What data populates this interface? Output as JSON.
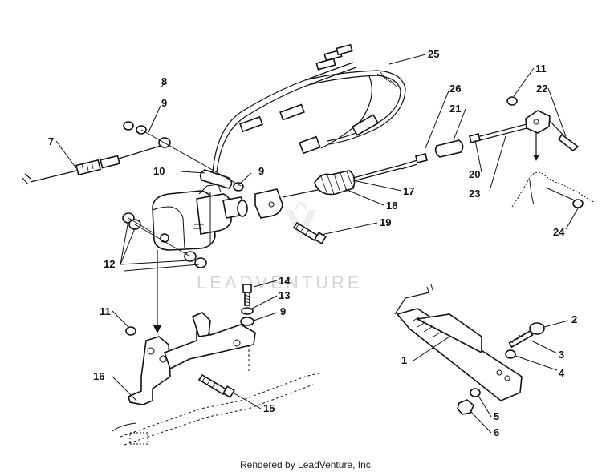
{
  "watermark": "LEADVENTURE",
  "footer": "Rendered by LeadVenture, Inc.",
  "callouts": [
    "1",
    "2",
    "3",
    "4",
    "5",
    "6",
    "7",
    "8",
    "9",
    "9",
    "9",
    "10",
    "11",
    "11",
    "12",
    "13",
    "14",
    "15",
    "16",
    "17",
    "18",
    "19",
    "20",
    "21",
    "22",
    "23",
    "24",
    "25",
    "26"
  ]
}
